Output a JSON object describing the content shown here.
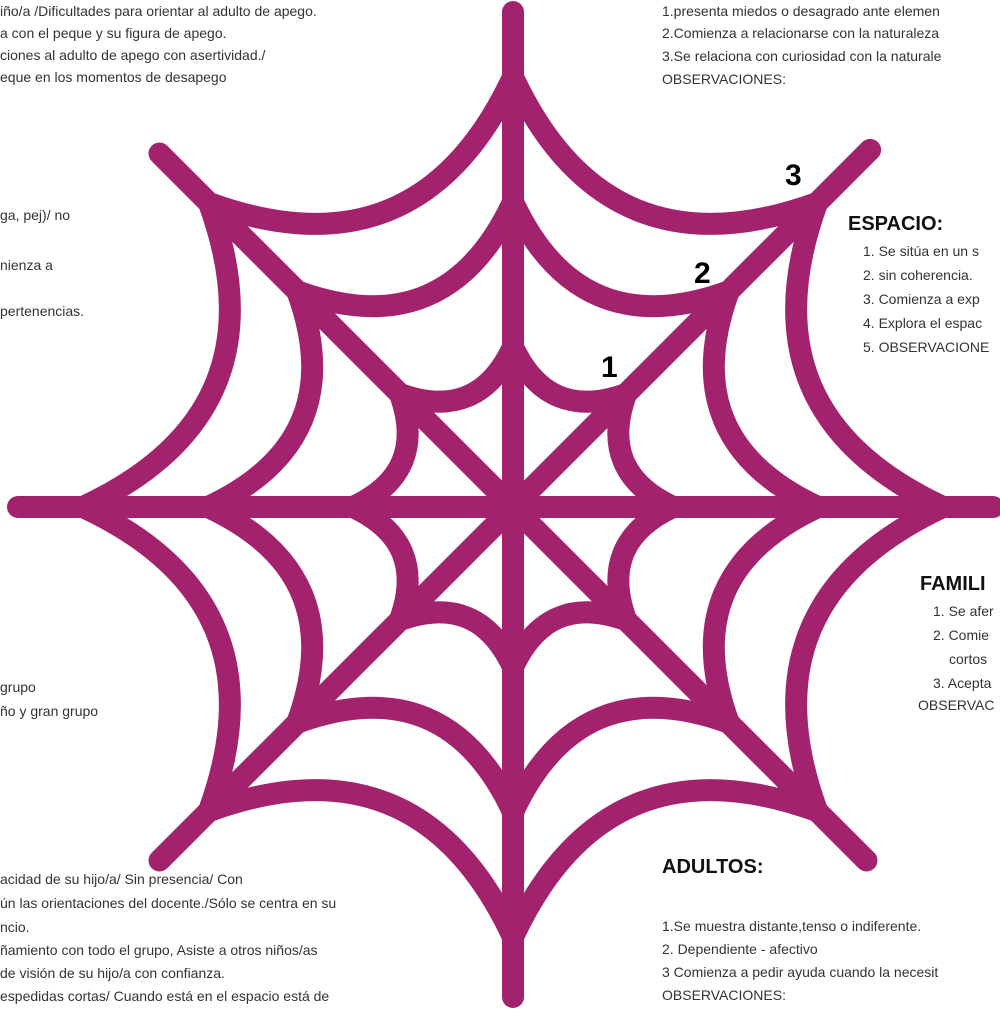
{
  "colors": {
    "web": "#a3226e",
    "text": "#333333",
    "heading": "#111111"
  },
  "top_left_text": [
    "iño/a /Dificultades para orientar al adulto de apego.",
    "a con el peque y su figura de apego.",
    "ciones al adulto de apego con asertividad./",
    "eque en los momentos de desapego"
  ],
  "left_mid_text": [
    "ga, pej)/ no",
    "nienza a",
    "pertenencias."
  ],
  "left_lower_text": [
    "grupo",
    "ño y gran grupo"
  ],
  "bottom_left_text": [
    "acidad de su hijo/a/ Sin presencia/ Con",
    "ún las orientaciones del docente./Sólo se centra en su",
    "ncio.",
    "ñamiento con todo el grupo, Asiste a otros niños/as",
    "de visión de su hijo/a con confianza.",
    "espedidas cortas/ Cuando está en el espacio está de"
  ],
  "top_right_text": [
    "1.presenta miedos o desagrado ante elemen",
    "2.Comienza a relacionarse con la naturaleza",
    "3.Se relaciona con curiosidad con la naturale",
    "OBSERVACIONES:"
  ],
  "espacio": {
    "title": "ESPACIO:",
    "items": [
      "1. Se sitúa en un s",
      "2.  sin coherencia.",
      "3. Comienza a exp",
      "4. Explora el espac",
      "5. OBSERVACIONE"
    ]
  },
  "familia": {
    "title": "FAMILI",
    "items": [
      "1. Se afer",
      "2. Comie",
      "cortos",
      "3. Acepta",
      "OBSERVAC"
    ]
  },
  "adultos": {
    "title": "ADULTOS:",
    "items": [
      "1.Se muestra distante,tenso o indiferente.",
      "2. Dependiente - afectivo",
      "3 Comienza a pedir ayuda cuando la necesit",
      "OBSERVACIONES:"
    ]
  },
  "scale_labels": [
    "1",
    "2",
    "3"
  ]
}
